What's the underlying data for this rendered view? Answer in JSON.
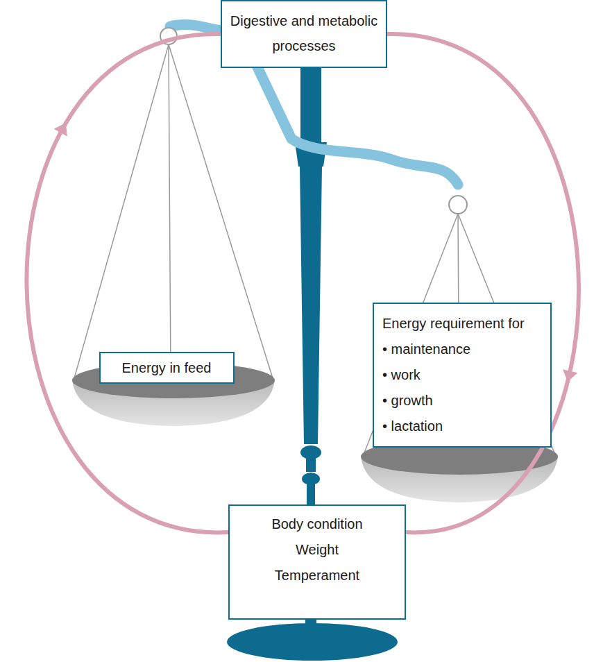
{
  "diagram": {
    "nodes": [
      {
        "text": [
          "Digestive and metabolic processes"
        ]
      },
      {
        "text": [
          "Energy in feed"
        ]
      },
      {
        "text": [
          "Energy requirement for",
          "• maintenance",
          "• work",
          "• growth",
          "• lactation"
        ]
      },
      {
        "text": [
          "Body condition",
          "Weight",
          "Temperament"
        ]
      }
    ],
    "edges": [
      {
        "from": 3,
        "to": 0,
        "arrow": "to"
      },
      {
        "from": 0,
        "to": 3,
        "arrow": "to"
      }
    ]
  }
}
